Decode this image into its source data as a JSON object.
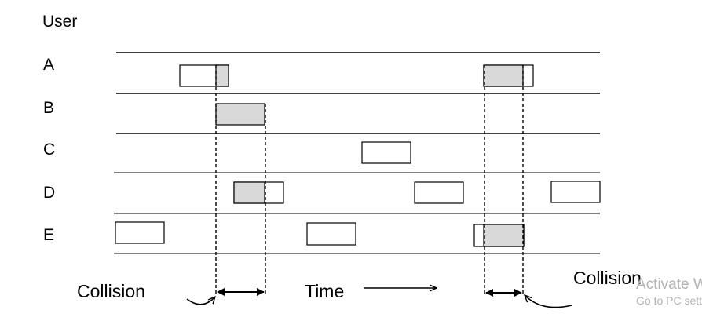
{
  "users_title": "User",
  "rows": [
    {
      "label": "A"
    },
    {
      "label": "B"
    },
    {
      "label": "C"
    },
    {
      "label": "D"
    },
    {
      "label": "E"
    }
  ],
  "collision_label_left": "Collision",
  "collision_label_right": "Collision",
  "time_label": "Time",
  "watermark": {
    "line1": "Activate W",
    "line2": "Go to PC sett"
  },
  "colors": {
    "line": "#000000",
    "collision_fill": "#d9d9d9",
    "frame_fill": "#ffffff",
    "watermark": "#b3b3b3"
  }
}
